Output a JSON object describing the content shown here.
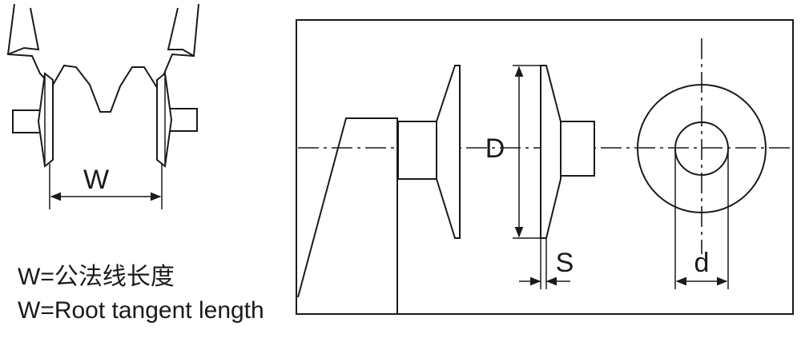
{
  "labels": {
    "w_dim": "W",
    "d_dim": "D",
    "s_dim": "S",
    "small_d_dim": "d"
  },
  "captions": {
    "line1": "W=公法线长度",
    "line2": "W=Root tangent length"
  }
}
